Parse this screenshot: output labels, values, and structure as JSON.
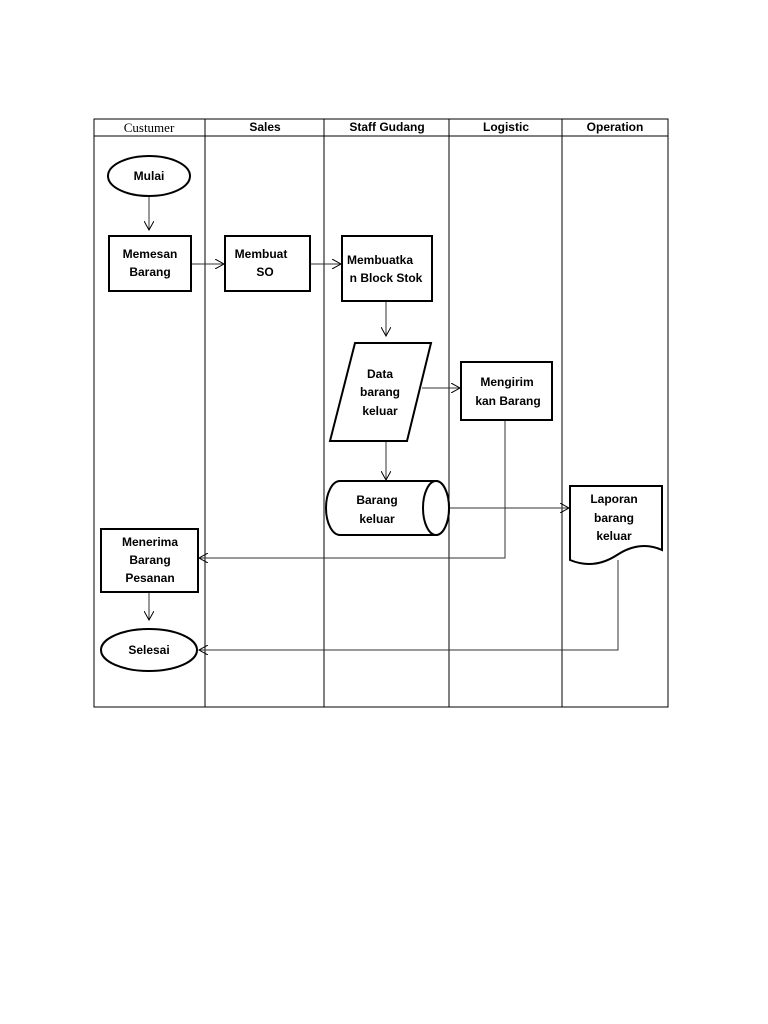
{
  "lanes": [
    "Custumer",
    "Sales",
    "Staff Gudang",
    "Logistic",
    "Operation"
  ],
  "nodes": {
    "mulai": [
      "Mulai"
    ],
    "memesan": [
      "Memesan",
      "Barang"
    ],
    "membuat_so": [
      "Membuat",
      "SO"
    ],
    "block_stok": [
      "Membuatka",
      "n Block Stok"
    ],
    "data_keluar": [
      "Data",
      "barang",
      "keluar"
    ],
    "mengirim": [
      "Mengirim",
      "kan Barang"
    ],
    "barang_keluar": [
      "Barang",
      "keluar"
    ],
    "laporan": [
      "Laporan",
      "barang",
      "keluar"
    ],
    "menerima": [
      "Menerima",
      "Barang",
      "Pesanan"
    ],
    "selesai": [
      "Selesai"
    ]
  }
}
